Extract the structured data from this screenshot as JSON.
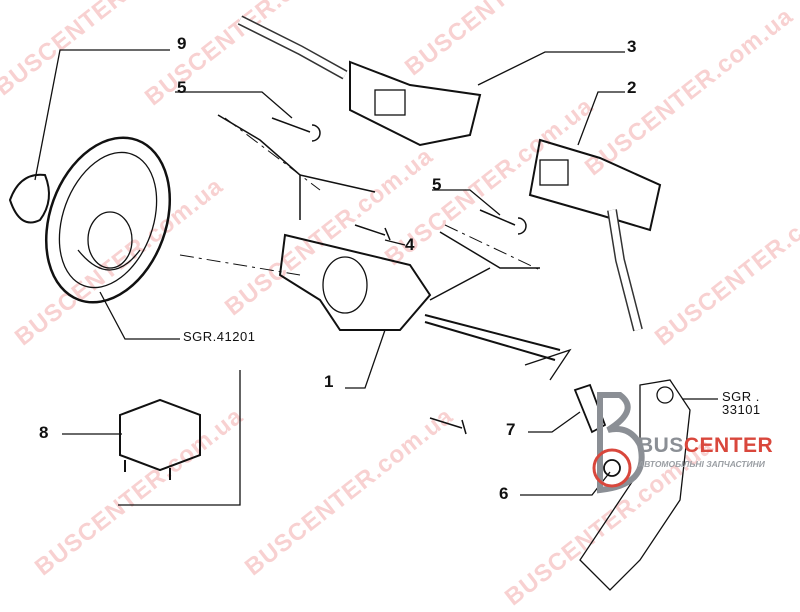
{
  "diagram": {
    "callouts": {
      "c9": "9",
      "c3": "3",
      "c5a": "5",
      "c2": "2",
      "c5b": "5",
      "c4": "4",
      "c1": "1",
      "c8": "8",
      "c7": "7",
      "c6": "6"
    },
    "references": {
      "steering": "SGR.41201",
      "pedal": "SGR . 33101"
    }
  },
  "watermark": {
    "text": "BUSCENTER.com.ua"
  },
  "logo": {
    "brand_grey": "BUS",
    "brand_red": "CENTER",
    "tagline": "АВТОМОБІЛЬНІ ЗАПЧАСТИНИ",
    "colors": {
      "grey": "#8b8f95",
      "red": "#d9473c"
    }
  }
}
